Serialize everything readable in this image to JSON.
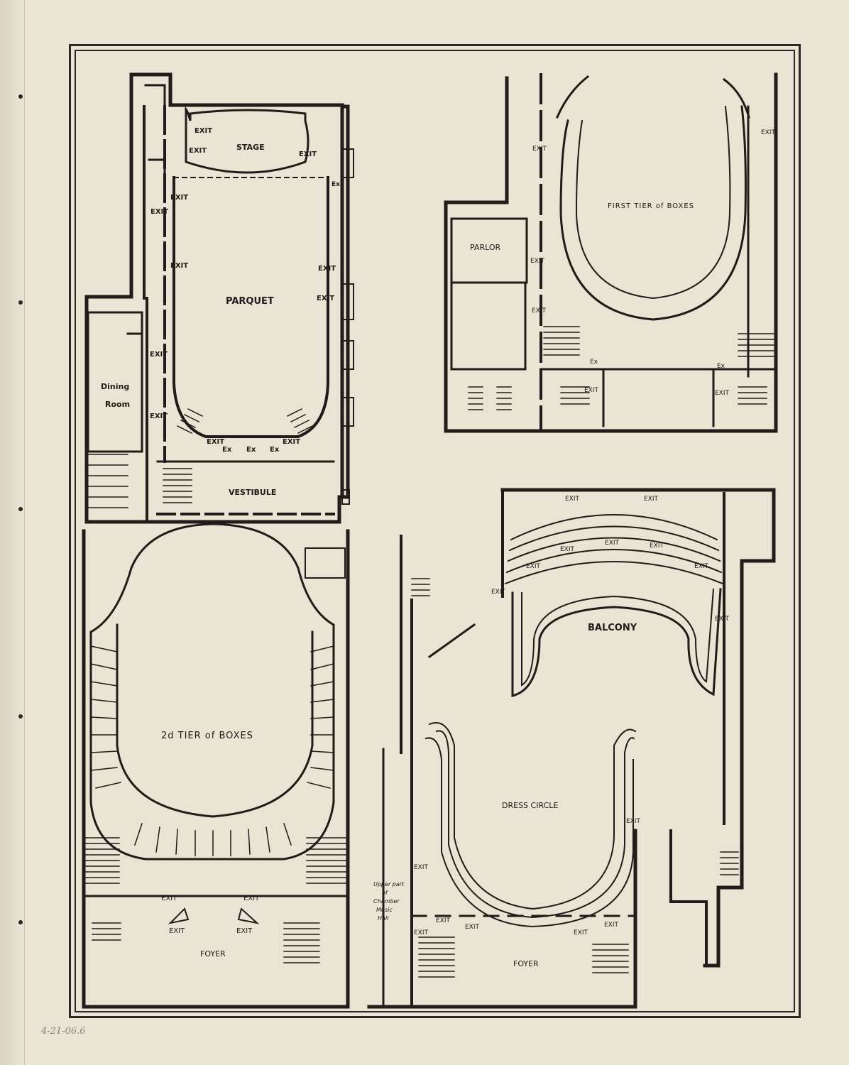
{
  "colors": {
    "paper": "#e9e4d4",
    "ink": "#1f1c19"
  },
  "parquet_plan": {
    "stage": "STAGE",
    "parquet": "PARQUET",
    "dining_room_1": "Dining",
    "dining_room_2": "Room",
    "vestibule": "VESTIBULE",
    "exit": "EXIT",
    "ex": "Ex"
  },
  "first_tier_plan": {
    "title": "FIRST TIER of BOXES",
    "parlor": "PARLOR",
    "exit": "EXIT",
    "ex": "Ex"
  },
  "second_tier_plan": {
    "title": "2d TIER of BOXES",
    "foyer": "FOYER",
    "exit": "EXIT"
  },
  "balcony_plan": {
    "balcony": "BALCONY",
    "dress_circle": "DRESS CIRCLE",
    "foyer": "FOYER",
    "upper_part_1": "Upper part",
    "upper_part_2": "of",
    "upper_part_3": "Chamber",
    "upper_part_4": "Music",
    "upper_part_5": "Hall",
    "exit": "EXIT"
  },
  "pencil_note": "4-21-06.6"
}
